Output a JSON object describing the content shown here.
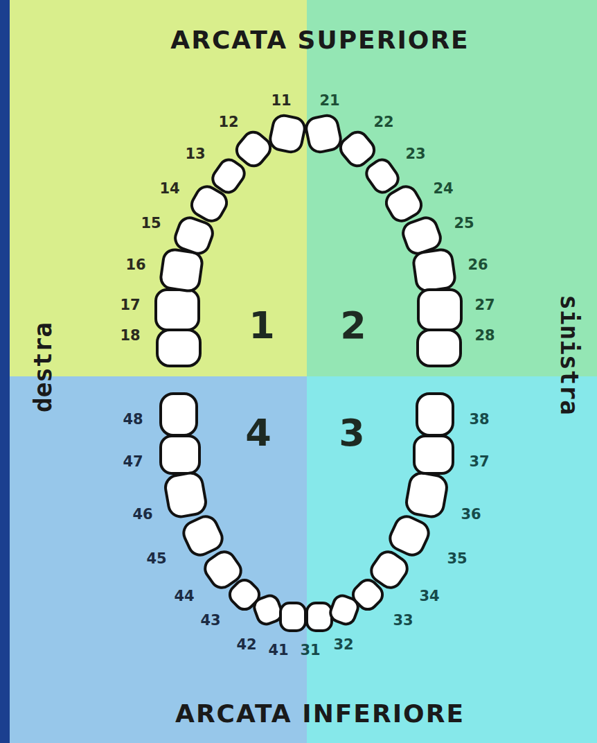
{
  "diagram": {
    "nodes": [
      {
        "text": [
          "1"
        ]
      },
      {
        "text": [
          "2"
        ]
      },
      {
        "text": [
          "4"
        ]
      },
      {
        "text": [
          "3"
        ]
      }
    ],
    "labels": [
      "ARCATA SUPERIORE",
      "destra",
      "sinistra",
      "11",
      "12",
      "13",
      "14",
      "15",
      "16",
      "17",
      "18",
      "21",
      "22",
      "23",
      "24",
      "25",
      "26",
      "27",
      "28",
      "41",
      "42",
      "43",
      "44",
      "45",
      "46",
      "47",
      "48",
      "31",
      "32",
      "33",
      "34",
      "35",
      "36",
      "37",
      "38",
      "ARCATA INFERIORE"
    ]
  }
}
